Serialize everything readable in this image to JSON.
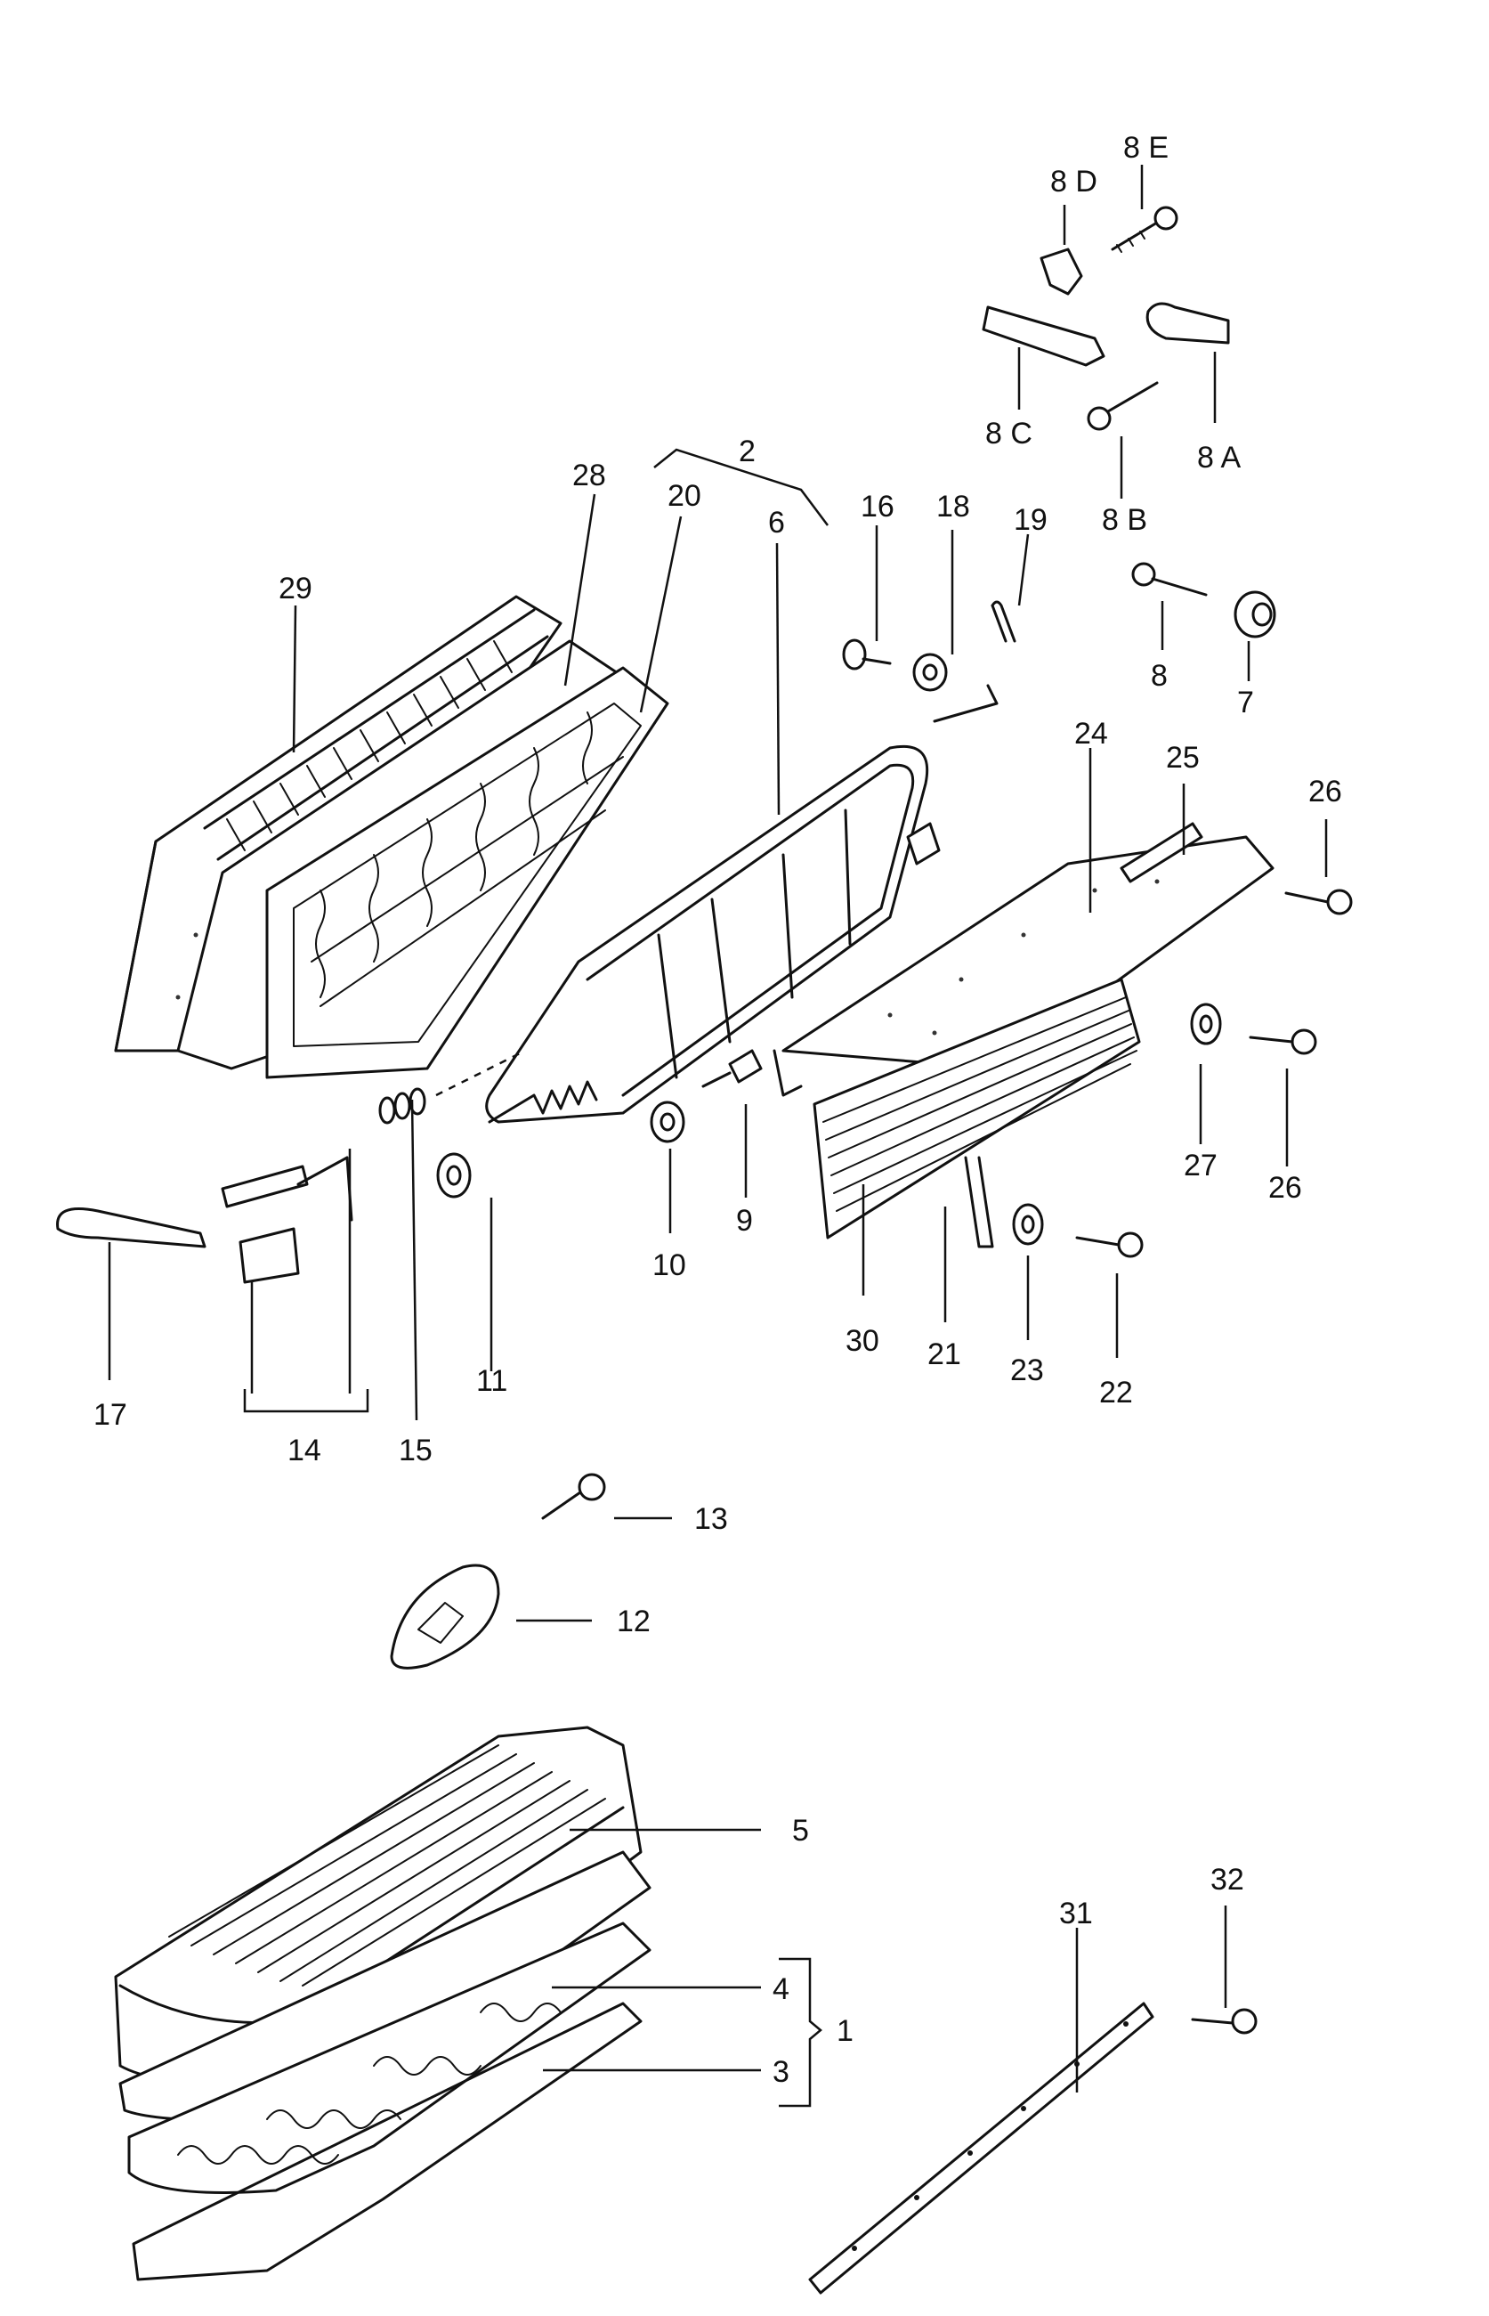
{
  "callouts": {
    "c1": "1",
    "c2": "2",
    "c3": "3",
    "c4": "4",
    "c5": "5",
    "c6": "6",
    "c7": "7",
    "c8": "8",
    "c8a": "8 A",
    "c8b": "8 B",
    "c8c": "8 C",
    "c8d": "8 D",
    "c8e": "8 E",
    "c9": "9",
    "c10": "10",
    "c11": "11",
    "c12": "12",
    "c13": "13",
    "c14": "14",
    "c15": "15",
    "c16": "16",
    "c17": "17",
    "c18": "18",
    "c19": "19",
    "c20": "20",
    "c21": "21",
    "c22": "22",
    "c23": "23",
    "c24": "24",
    "c25": "25",
    "c26a": "26",
    "c26b": "26",
    "c27": "27",
    "c28": "28",
    "c29": "29",
    "c30": "30",
    "c31": "31",
    "c32": "32"
  }
}
